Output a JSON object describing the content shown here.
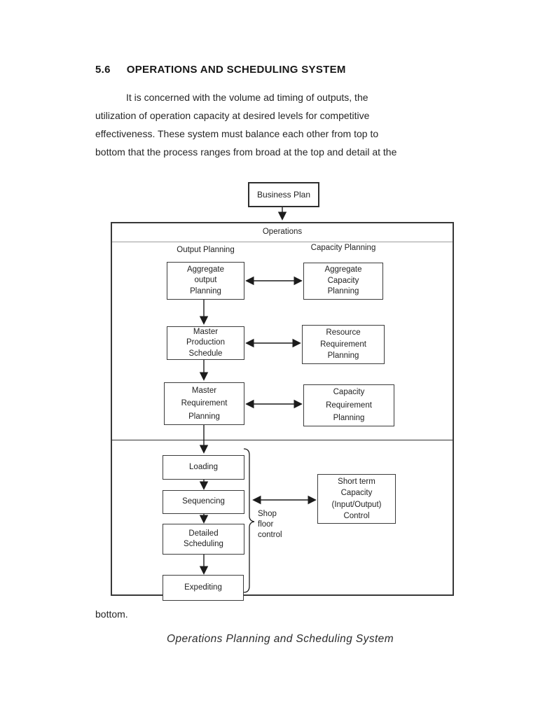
{
  "document": {
    "section_number": "5.6",
    "section_title": "OPERATIONS AND SCHEDULING SYSTEM",
    "paragraph_lines": [
      "It is concerned with the volume ad timing of outputs, the",
      "utilization of operation capacity at desired levels for competitive",
      "effectiveness. These system must balance each other from top to",
      "bottom that the process ranges from broad at the top and detail at the"
    ],
    "paragraph_tail": "bottom.",
    "figure_caption": "Operations Planning and Scheduling System"
  },
  "diagram": {
    "business_plan_label": "Business Plan",
    "operations_label": "Operations",
    "column_labels": {
      "left": "Output Planning",
      "right": "Capacity Planning"
    },
    "boxes": {
      "aggregate_output": [
        "Aggregate",
        "output",
        "Planning"
      ],
      "aggregate_capacity": [
        "Aggregate",
        "Capacity",
        "Planning"
      ],
      "master_production": [
        "Master",
        "Production",
        "Schedule"
      ],
      "resource_requirement": [
        "Resource",
        "Requirement",
        "Planning"
      ],
      "master_requirement": [
        "Master",
        "Requirement",
        "Planning"
      ],
      "capacity_requirement": [
        "Capacity",
        "Requirement",
        "Planning"
      ],
      "loading": [
        "Loading"
      ],
      "sequencing": [
        "Sequencing"
      ],
      "detailed_scheduling": [
        "Detailed",
        "Scheduling"
      ],
      "expediting": [
        "Expediting"
      ],
      "short_term_capacity": [
        "Short term",
        "Capacity",
        "(Input/Output)",
        "Control"
      ]
    },
    "shop_floor_label": [
      "Shop",
      "floor",
      "control"
    ],
    "colors": {
      "background": "#ffffff",
      "line": "#1c1c1c",
      "text": "#222222"
    }
  }
}
